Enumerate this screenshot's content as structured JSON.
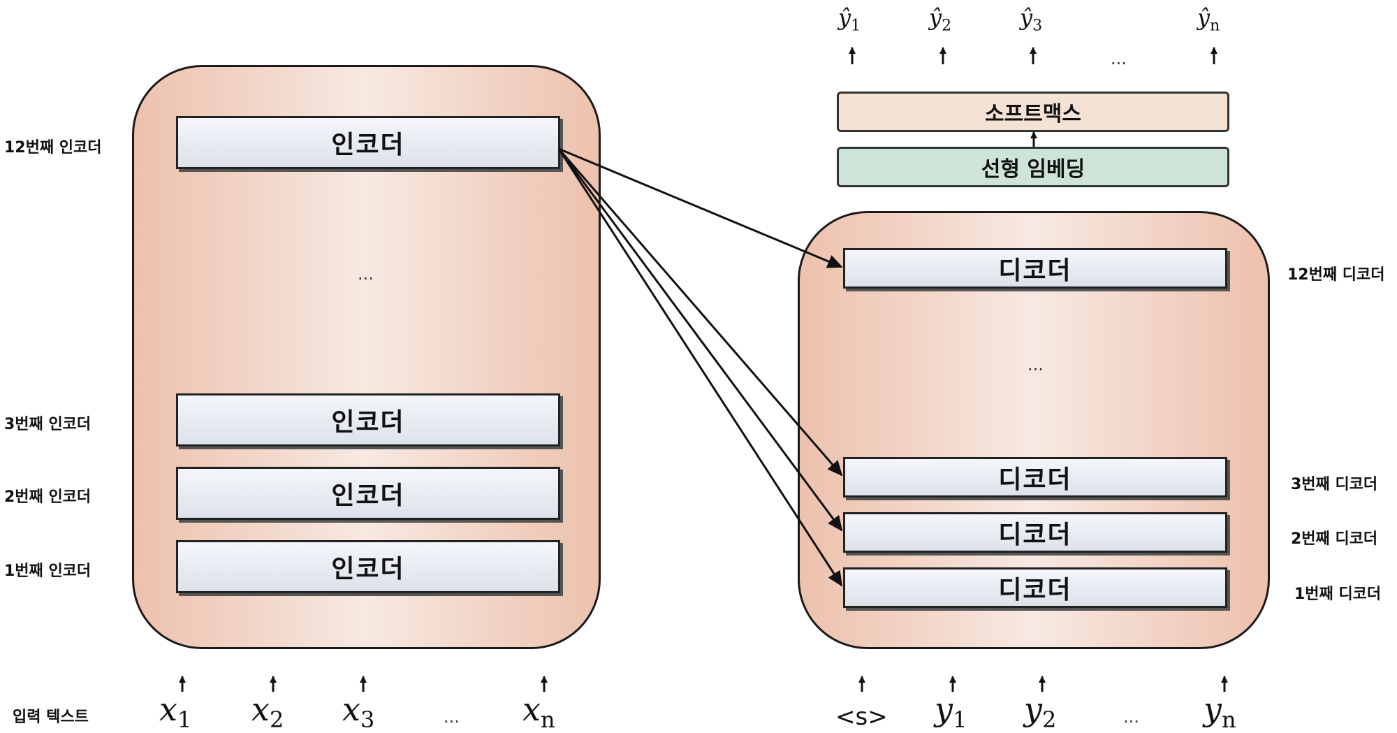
{
  "encoder": {
    "block_label": "인코더",
    "ellipsis": "...",
    "side_labels": {
      "l12": "12번째 인코더",
      "l3": "3번째 인코더",
      "l2": "2번째 인코더",
      "l1": "1번째 인코더"
    }
  },
  "decoder": {
    "block_label": "디코더",
    "ellipsis": "...",
    "side_labels": {
      "l12": "12번째 디코더",
      "l3": "3번째 디코더",
      "l2": "2번째 디코더",
      "l1": "1번째 디코더"
    }
  },
  "head": {
    "softmax": "소프트맥스",
    "linear": "선형 임베딩"
  },
  "input": {
    "label": "입력 텍스트",
    "tokens": [
      "x",
      "x",
      "x",
      "x"
    ],
    "subs": [
      "1",
      "2",
      "3",
      "n"
    ],
    "ellipsis": "..."
  },
  "decoder_input": {
    "start": "<s>",
    "tokens": [
      "y",
      "y",
      "y"
    ],
    "subs": [
      "1",
      "2",
      "n"
    ],
    "ellipsis": "..."
  },
  "outputs": {
    "tokens": [
      "ŷ",
      "ŷ",
      "ŷ",
      "ŷ"
    ],
    "subs": [
      "1",
      "2",
      "3",
      "n"
    ],
    "ellipsis": "..."
  }
}
